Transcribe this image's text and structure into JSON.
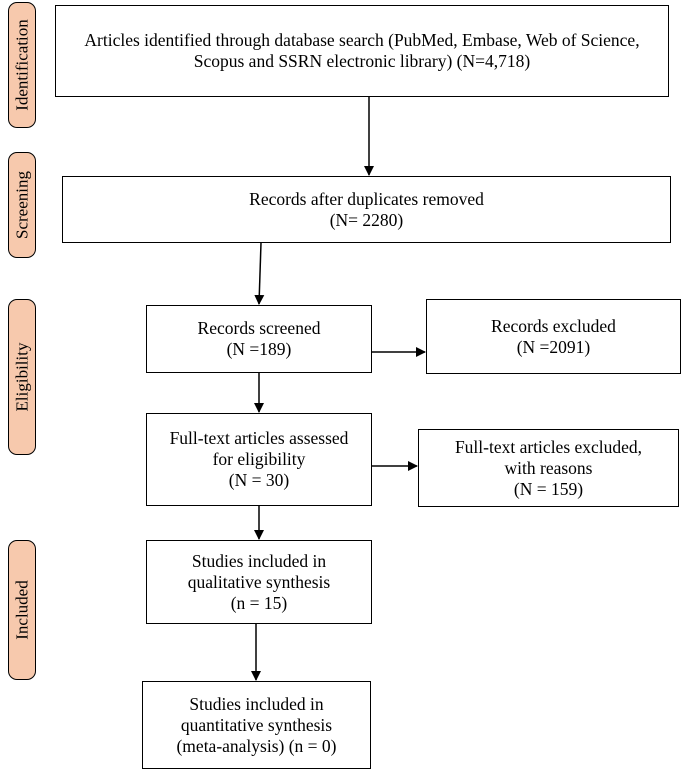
{
  "phases": {
    "identification": "Identification",
    "screening": "Screening",
    "eligibility": "Eligibility",
    "included": "Included"
  },
  "boxes": {
    "identified": {
      "line1": "Articles identified through database search (PubMed, Embase, Web of Science,",
      "line2": "Scopus and SSRN electronic library) (N=4,718)"
    },
    "after_duplicates": {
      "line1": "Records after duplicates removed",
      "line2": "(N= 2280)"
    },
    "screened": {
      "line1": "Records screened",
      "line2": "(N =189)"
    },
    "excluded": {
      "line1": "Records excluded",
      "line2": "(N =2091)"
    },
    "fulltext_assessed": {
      "line1": "Full-text articles assessed",
      "line2": "for eligibility",
      "line3": "(N = 30)"
    },
    "fulltext_excluded": {
      "line1": "Full-text articles excluded,",
      "line2": "with reasons",
      "line3": "(N = 159)"
    },
    "qualitative": {
      "line1": "Studies included in",
      "line2": "qualitative synthesis",
      "line3": "(n = 15)"
    },
    "quantitative": {
      "line1": "Studies included in",
      "line2": "quantitative synthesis",
      "line3": "(meta-analysis) (n = 0)"
    }
  }
}
